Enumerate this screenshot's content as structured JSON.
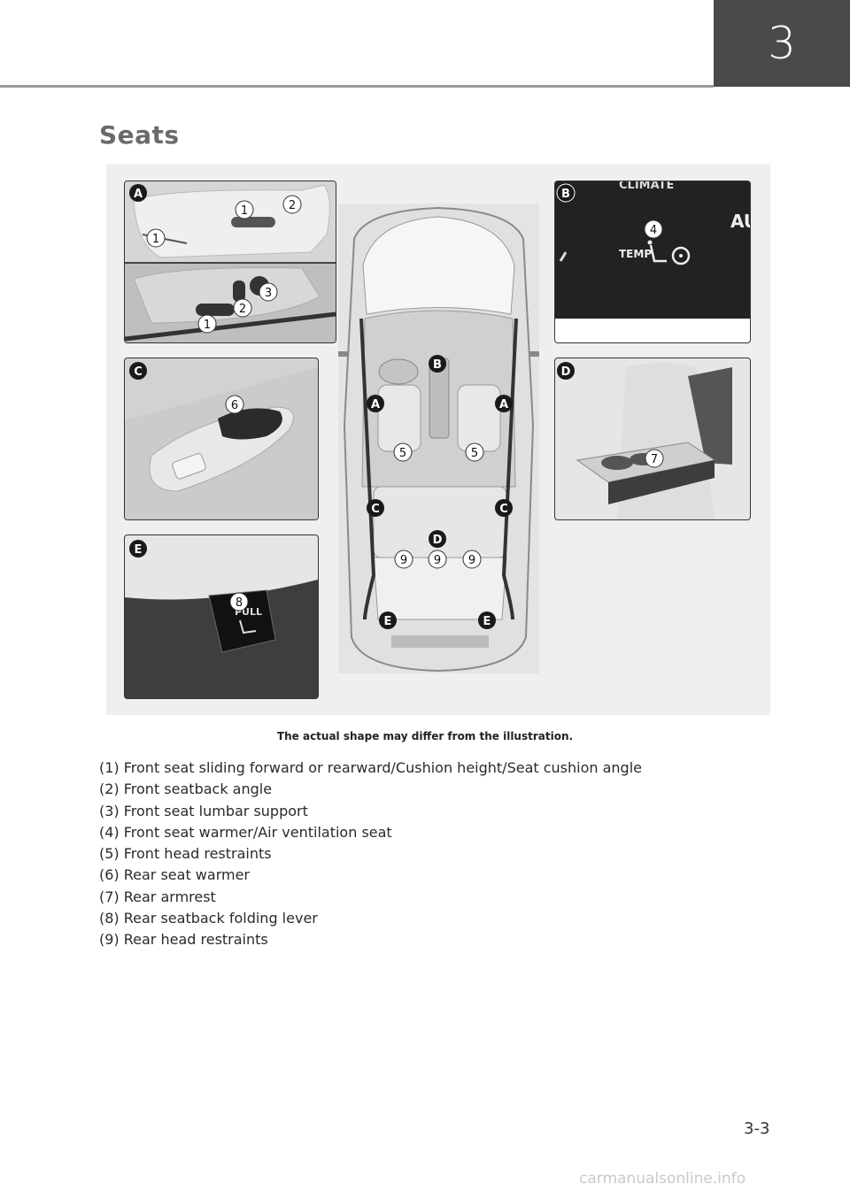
{
  "chapter": "3",
  "title": "Seats",
  "figure": {
    "panel_letters": {
      "a": "A",
      "b": "B",
      "c": "C",
      "d": "D",
      "e": "E"
    },
    "numbers": {
      "n1": "1",
      "n2": "2",
      "n3": "3",
      "n4": "4",
      "n5": "5",
      "n6": "6",
      "n7": "7",
      "n8": "8",
      "n9": "9"
    },
    "panel_b_texts": {
      "temp": "TEMP",
      "climate": "CLIMATE",
      "au": "AU"
    },
    "panel_e_texts": {
      "pull": "PULL"
    }
  },
  "caption": "The actual shape may differ from the illustration.",
  "legend": [
    "(1) Front seat sliding forward or rearward/Cushion height/Seat cushion angle",
    "(2) Front seatback angle",
    "(3) Front seat lumbar support",
    "(4) Front seat warmer/Air ventilation seat",
    "(5) Front head restraints",
    "(6) Rear seat warmer",
    "(7) Rear armrest",
    "(8) Rear seatback folding lever",
    "(9) Rear head restraints"
  ],
  "page_number": "3-3",
  "watermark": "carmanualsonline.info"
}
